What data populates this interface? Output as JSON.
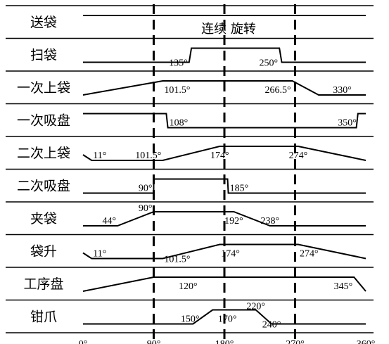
{
  "title": "连续 旋转",
  "rows": [
    {
      "label": "送袋",
      "points": [
        [
          0,
          "high"
        ],
        [
          360,
          "high"
        ]
      ],
      "annotations": []
    },
    {
      "label": "扫袋",
      "points": [
        [
          0,
          "low"
        ],
        [
          135,
          "low"
        ],
        [
          138,
          "high"
        ],
        [
          250,
          "high"
        ],
        [
          253,
          "low"
        ],
        [
          360,
          "low"
        ]
      ],
      "annotations": [
        {
          "text": "135°",
          "deg": 135,
          "level": "low",
          "anchor": "end"
        },
        {
          "text": "250°",
          "deg": 250,
          "level": "low",
          "anchor": "end"
        }
      ]
    },
    {
      "label": "一次上袋",
      "points": [
        [
          0,
          "low"
        ],
        [
          101.5,
          "high"
        ],
        [
          266.5,
          "high"
        ],
        [
          300,
          "low"
        ],
        [
          360,
          "low"
        ]
      ],
      "annotations": [
        {
          "text": "101.5°",
          "deg": 101.5,
          "level": "mid",
          "anchor": "start"
        },
        {
          "text": "266.5°",
          "deg": 266.5,
          "level": "mid",
          "anchor": "end"
        },
        {
          "text": "330°",
          "deg": 330,
          "level": "mid",
          "anchor": "middle"
        }
      ]
    },
    {
      "label": "一次吸盘",
      "points": [
        [
          0,
          "high"
        ],
        [
          106,
          "high"
        ],
        [
          108,
          "low"
        ],
        [
          348,
          "low"
        ],
        [
          350,
          "high"
        ],
        [
          360,
          "high"
        ]
      ],
      "annotations": [
        {
          "text": "108°",
          "deg": 108,
          "level": "mid",
          "anchor": "start"
        },
        {
          "text": "350°",
          "deg": 350,
          "level": "mid",
          "anchor": "end"
        }
      ]
    },
    {
      "label": "二次上袋",
      "points": [
        [
          0,
          "mid"
        ],
        [
          11,
          "low"
        ],
        [
          101.5,
          "low"
        ],
        [
          174,
          "high"
        ],
        [
          274,
          "high"
        ],
        [
          360,
          "low"
        ]
      ],
      "annotations": [
        {
          "text": "11°",
          "deg": 11,
          "level": "mid",
          "anchor": "start"
        },
        {
          "text": "101.5°",
          "deg": 101.5,
          "level": "mid",
          "anchor": "end"
        },
        {
          "text": "174°",
          "deg": 174,
          "level": "mid",
          "anchor": "middle"
        },
        {
          "text": "274°",
          "deg": 274,
          "level": "mid",
          "anchor": "middle"
        }
      ]
    },
    {
      "label": "二次吸盘",
      "points": [
        [
          0,
          "low"
        ],
        [
          90,
          "low"
        ],
        [
          90,
          "high"
        ],
        [
          184,
          "high"
        ],
        [
          185,
          "low"
        ],
        [
          360,
          "low"
        ]
      ],
      "annotations": [
        {
          "text": "90°",
          "deg": 90,
          "level": "mid",
          "anchor": "end"
        },
        {
          "text": "185°",
          "deg": 185,
          "level": "mid",
          "anchor": "start"
        }
      ]
    },
    {
      "label": "夹袋",
      "points": [
        [
          0,
          "low"
        ],
        [
          44,
          "low"
        ],
        [
          90,
          "high"
        ],
        [
          192,
          "high"
        ],
        [
          238,
          "low"
        ],
        [
          360,
          "low"
        ]
      ],
      "annotations": [
        {
          "text": "44°",
          "deg": 44,
          "level": "mid",
          "anchor": "end"
        },
        {
          "text": "90°",
          "deg": 90,
          "level": "top",
          "anchor": "end"
        },
        {
          "text": "192°",
          "deg": 192,
          "level": "mid",
          "anchor": "middle"
        },
        {
          "text": "238°",
          "deg": 238,
          "level": "mid",
          "anchor": "middle"
        }
      ]
    },
    {
      "label": "袋升",
      "points": [
        [
          0,
          "mid"
        ],
        [
          11,
          "low"
        ],
        [
          101.5,
          "low"
        ],
        [
          174,
          "high"
        ],
        [
          274,
          "high"
        ],
        [
          360,
          "low"
        ]
      ],
      "annotations": [
        {
          "text": "11°",
          "deg": 11,
          "level": "mid",
          "anchor": "start"
        },
        {
          "text": "101.5°",
          "deg": 101.5,
          "level": "low",
          "anchor": "start"
        },
        {
          "text": "174°",
          "deg": 174,
          "level": "mid",
          "anchor": "start"
        },
        {
          "text": "274°",
          "deg": 274,
          "level": "mid",
          "anchor": "start"
        }
      ]
    },
    {
      "label": "工序盘",
      "points": [
        [
          0,
          "low"
        ],
        [
          90,
          "high"
        ],
        [
          345,
          "high"
        ],
        [
          360,
          "low"
        ]
      ],
      "annotations": [
        {
          "text": "120°",
          "deg": 120,
          "level": "mid",
          "anchor": "start"
        },
        {
          "text": "345°",
          "deg": 345,
          "level": "mid",
          "anchor": "end"
        }
      ]
    },
    {
      "label": "钳爪",
      "points": [
        [
          0,
          "low"
        ],
        [
          140,
          "low"
        ],
        [
          165,
          "high"
        ],
        [
          220,
          "high"
        ],
        [
          240,
          "low"
        ],
        [
          360,
          "low"
        ]
      ],
      "annotations": [
        {
          "text": "150°",
          "deg": 150,
          "level": "mid",
          "anchor": "end"
        },
        {
          "text": "170°",
          "deg": 170,
          "level": "mid",
          "anchor": "start"
        },
        {
          "text": "220°",
          "deg": 220,
          "level": "top",
          "anchor": "middle"
        },
        {
          "text": "240°",
          "deg": 240,
          "level": "low",
          "anchor": "middle"
        }
      ]
    }
  ],
  "axis_ticks": [
    {
      "label": "0°",
      "deg": 0
    },
    {
      "label": "90°",
      "deg": 90
    },
    {
      "label": "180°",
      "deg": 180
    },
    {
      "label": "270°",
      "deg": 270
    },
    {
      "label": "360°",
      "deg": 360
    }
  ],
  "dashed_lines": [
    90,
    180,
    270
  ],
  "colors": {
    "ink": "#000000",
    "background": "#ffffff"
  }
}
